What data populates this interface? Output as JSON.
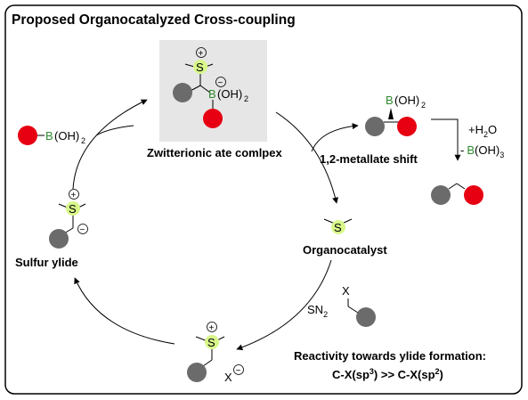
{
  "title": "Proposed Organocatalyzed Cross-coupling",
  "labels": {
    "zwitterion": "Zwitterionic ate comlpex",
    "shift": "1,2-metallate shift",
    "organocatalyst": "Organocatalyst",
    "ylide": "Sulfur ylide",
    "sn2": "SN",
    "sn2_sub": "2",
    "reactivity_line1": "Reactivity towards ylide formation:",
    "reactivity_line2_prefix": "C-X(sp",
    "reactivity_line2_sup1": "3",
    "reactivity_line2_mid": ") >> C-X(sp",
    "reactivity_line2_sup2": "2",
    "reactivity_line2_suffix": ")"
  },
  "atoms": {
    "sulfur": "S",
    "boron": "B",
    "oh": "(OH)",
    "sub2": "2",
    "sub3": "3",
    "halide": "X",
    "plus": "+",
    "minus": "−",
    "water_plus": "+H",
    "water_o": "O",
    "minus_sign": "-",
    "boric_oh": "(OH)"
  },
  "colors": {
    "red_group": "#e60012",
    "gray_group": "#6b6b6b",
    "sulfur_highlight": "#d8f78a",
    "boron_green": "#2e8b2e",
    "box_fill": "#e6e6e6"
  }
}
